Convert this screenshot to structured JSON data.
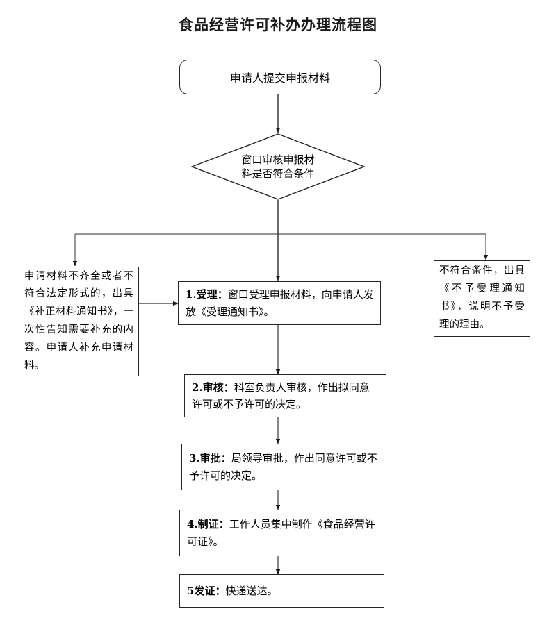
{
  "document": {
    "title": "食品经营许可补办办理流程图"
  },
  "flowchart": {
    "type": "flowchart",
    "orientation": "top-to-bottom",
    "colors": {
      "stroke": "#262626",
      "background": "#ffffff",
      "text": "#000000"
    },
    "nodes": [
      {
        "id": "start",
        "shape": "rounded-rectangle",
        "text": "申请人提交申报材料"
      },
      {
        "id": "decision",
        "shape": "diamond",
        "line1": "窗口审核申报材",
        "line2": "料是否符合条件",
        "text": "窗口审核申报材料是否符合条件"
      },
      {
        "id": "incomplete",
        "shape": "rectangle",
        "text": "申请材料不齐全或者不符合法定形式的，出具《补正材料通知书》，一次性告知需要补充的内容。申请人补充申请材料。"
      },
      {
        "id": "rejected",
        "shape": "rectangle",
        "text": "不符合条件，出具《不予受理通知书》，说明不予受理的理由。"
      },
      {
        "id": "step1",
        "shape": "rectangle",
        "num": "1.",
        "label": "受理",
        "sep": "：",
        "body": "窗口受理申报材料，向申请人发放《受理通知书》。"
      },
      {
        "id": "step2",
        "shape": "rectangle",
        "num": "2.",
        "label": "审核",
        "sep": "：",
        "body": "科室负责人审核，作出拟同意许可或不予许可的决定。"
      },
      {
        "id": "step3",
        "shape": "rectangle",
        "num": "3.",
        "label": "审批",
        "sep": "：",
        "body": "局领导审批，作出同意许可或不予许可的决定。"
      },
      {
        "id": "step4",
        "shape": "rectangle",
        "num": "4.",
        "label": "制证",
        "sep": "：",
        "body": "工作人员集中制作《食品经营许可证》。"
      },
      {
        "id": "step5",
        "shape": "rectangle",
        "num": "5",
        "label": "发证",
        "sep": "：",
        "body": "快递送达。"
      }
    ],
    "edges": [
      {
        "from": "start",
        "to": "decision",
        "style": "arrow-down"
      },
      {
        "from": "decision",
        "to": "incomplete",
        "style": "elbow-left-down"
      },
      {
        "from": "decision",
        "to": "rejected",
        "style": "elbow-right-down"
      },
      {
        "from": "decision",
        "to": "step1",
        "style": "arrow-down"
      },
      {
        "from": "incomplete",
        "to": "step1",
        "style": "arrow-right"
      },
      {
        "from": "step1",
        "to": "step2",
        "style": "arrow-down"
      },
      {
        "from": "step2",
        "to": "step3",
        "style": "arrow-down"
      },
      {
        "from": "step3",
        "to": "step4",
        "style": "arrow-down"
      },
      {
        "from": "step4",
        "to": "step5",
        "style": "arrow-down"
      }
    ]
  }
}
